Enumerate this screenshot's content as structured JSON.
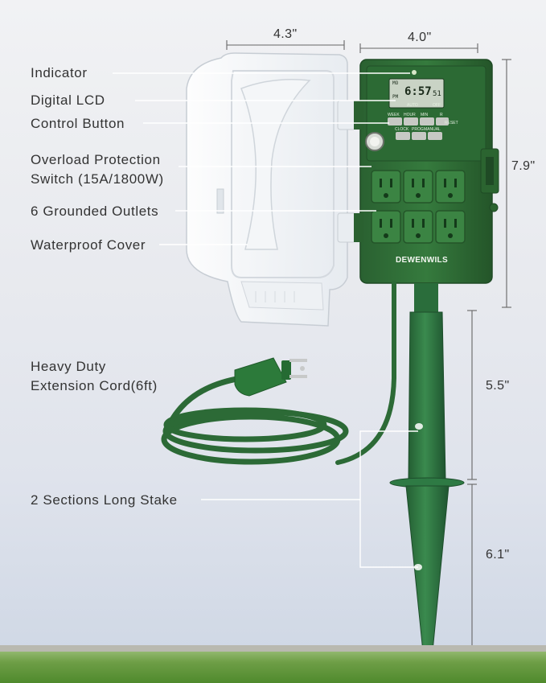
{
  "labels": {
    "indicator": "Indicator",
    "digital_lcd": "Digital LCD",
    "control_button": "Control Button",
    "overload_line1": "Overload Protection",
    "overload_line2": "Switch (15A/1800W)",
    "outlets": "6 Grounded Outlets",
    "cover": "Waterproof Cover",
    "cord_line1": "Heavy Duty",
    "cord_line2": "Extension Cord(6ft)",
    "stake": "2 Sections Long Stake"
  },
  "dimensions": {
    "cover_width": "4.3\"",
    "box_width": "4.0\"",
    "box_height": "7.9\"",
    "stake_upper": "5.5\"",
    "stake_lower": "6.1\""
  },
  "device": {
    "brand": "DEWENWILS",
    "lcd": {
      "day": "MO",
      "period": "PM",
      "time": "6:57",
      "seconds": "51",
      "auto": "AUTO",
      "off": "OFF"
    },
    "buttons_top": [
      "WEEK",
      "HOUR",
      "MIN",
      "R"
    ],
    "reset": "RESET",
    "buttons_bottom": [
      "CLOCK",
      "PROG",
      "MANUAL"
    ]
  },
  "colors": {
    "device_green": "#2f6b35",
    "device_dark": "#1f4f27",
    "cord_green": "#2d6a36",
    "stake_green": "#2e7541",
    "line_gray": "#ffffff",
    "dim_gray": "#555555"
  }
}
